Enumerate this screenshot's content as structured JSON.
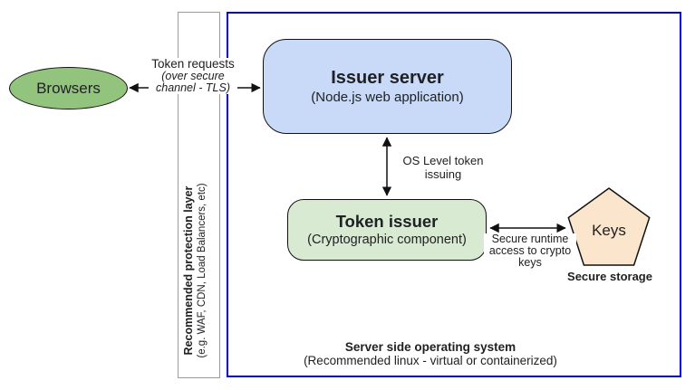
{
  "diagram": {
    "browsers": {
      "label": "Browsers"
    },
    "issuer_server": {
      "title": "Issuer server",
      "subtitle": "(Node.js web application)"
    },
    "token_issuer": {
      "title": "Token issuer",
      "subtitle": "(Cryptographic component)"
    },
    "keys": {
      "label": "Keys",
      "caption": "Secure storage"
    },
    "protection_layer": {
      "title": "Recommended protection layer",
      "subtitle": "(e.g. WAF, CDN, Load Balancers, etc)"
    },
    "os_box": {
      "title": "Server side operating system",
      "subtitle": "(Recommended linux - virtual or containerized)"
    },
    "edges": {
      "token_requests": {
        "line1": "Token requests",
        "line2": "(over secure",
        "line3": "channel - TLS)"
      },
      "os_token_issuing": {
        "line1": "OS Level token",
        "line2": "issuing"
      },
      "secure_runtime": {
        "line1": "Secure runtime",
        "line2": "access to crypto",
        "line3": "keys"
      }
    },
    "colors": {
      "browsers_fill": "#93c47d",
      "issuer_fill": "#c9daf8",
      "token_issuer_fill": "#d9ead3",
      "keys_fill": "#fce5cd",
      "os_border": "#0000dd",
      "protection_border": "#9a9a9a",
      "shape_stroke": "#111111"
    }
  }
}
